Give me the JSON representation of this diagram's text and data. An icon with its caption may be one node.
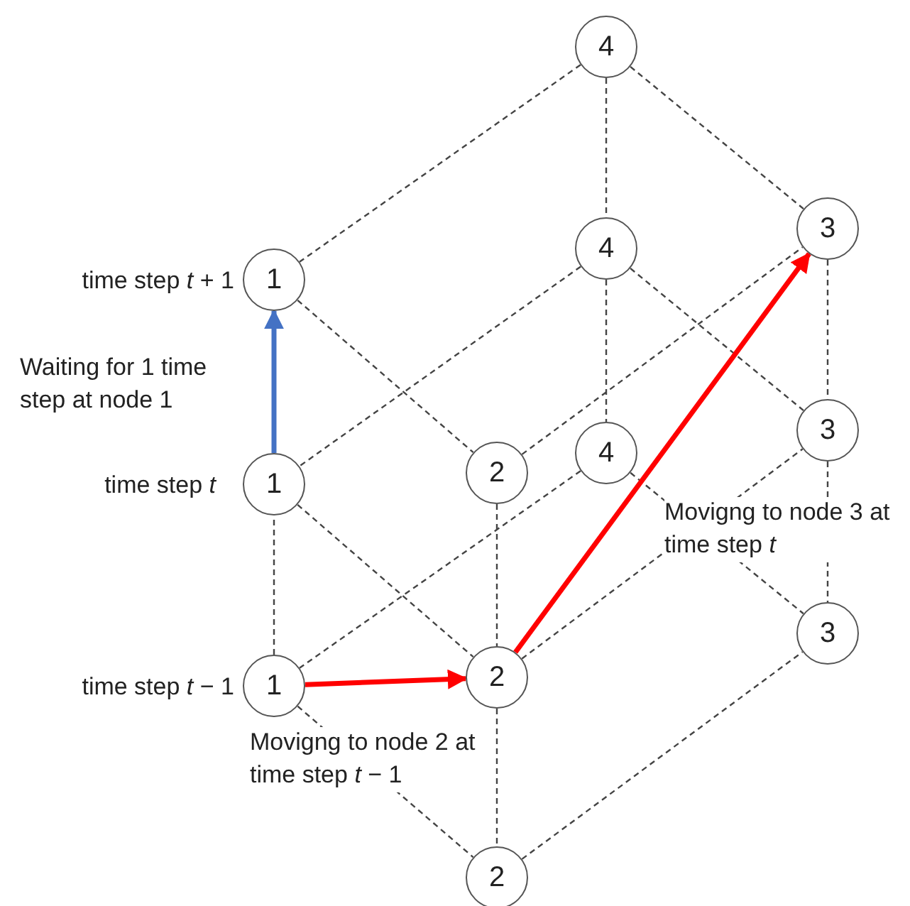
{
  "diagram": {
    "nodes": [
      {
        "text": [
          "4"
        ]
      },
      {
        "text": [
          "1"
        ],
        "beside": [
          "time step *t* + 1"
        ]
      },
      {
        "text": [
          "3"
        ]
      },
      {
        "text": [
          "2"
        ]
      },
      {
        "text": [
          "4"
        ]
      },
      {
        "text": [
          "1"
        ],
        "beside": [
          "time step *t*"
        ]
      },
      {
        "text": [
          "3"
        ]
      },
      {
        "text": [
          "2"
        ]
      },
      {
        "text": [
          "4"
        ]
      },
      {
        "text": [
          "1"
        ],
        "beside": [
          "time step *t* − 1"
        ]
      },
      {
        "text": [
          "3"
        ]
      },
      {
        "text": [
          "2"
        ]
      }
    ],
    "edges": [
      {
        "from": 0,
        "to": 1,
        "arrow": "none",
        "style": "dashed"
      },
      {
        "from": 0,
        "to": 2,
        "arrow": "none",
        "style": "dashed"
      },
      {
        "from": 1,
        "to": 3,
        "arrow": "none",
        "style": "dashed"
      },
      {
        "from": 3,
        "to": 2,
        "arrow": "none",
        "style": "dashed"
      },
      {
        "from": 4,
        "to": 5,
        "arrow": "none",
        "style": "dashed"
      },
      {
        "from": 4,
        "to": 6,
        "arrow": "none",
        "style": "dashed"
      },
      {
        "from": 5,
        "to": 7,
        "arrow": "none",
        "style": "dashed"
      },
      {
        "from": 7,
        "to": 6,
        "arrow": "none",
        "style": "dashed"
      },
      {
        "from": 8,
        "to": 9,
        "arrow": "none",
        "style": "dashed"
      },
      {
        "from": 8,
        "to": 10,
        "arrow": "none",
        "style": "dashed"
      },
      {
        "from": 9,
        "to": 11,
        "arrow": "none",
        "style": "dashed"
      },
      {
        "from": 11,
        "to": 10,
        "arrow": "none",
        "style": "dashed"
      },
      {
        "from": 0,
        "to": 4,
        "arrow": "none",
        "style": "dashed"
      },
      {
        "from": 4,
        "to": 8,
        "arrow": "none",
        "style": "dashed"
      },
      {
        "from": 2,
        "to": 6,
        "arrow": "none",
        "style": "dashed"
      },
      {
        "from": 6,
        "to": 10,
        "arrow": "none",
        "style": "dashed"
      },
      {
        "from": 3,
        "to": 7,
        "arrow": "none",
        "style": "dashed"
      },
      {
        "from": 7,
        "to": 11,
        "arrow": "none",
        "style": "dashed"
      },
      {
        "from": 9,
        "to": 5,
        "arrow": "none",
        "style": "dashed"
      },
      {
        "from": 5,
        "to": 1,
        "arrow": "to",
        "style": "thick",
        "color": "#4472c4",
        "label": "Waiting for 1 time step at node 1"
      },
      {
        "from": 9,
        "to": 7,
        "arrow": "to",
        "style": "thick",
        "color": "#ff0000"
      },
      {
        "from": 7,
        "to": 2,
        "arrow": "to",
        "style": "thick",
        "color": "#ff0000",
        "label": "Movigng to node 3 at time step *t*"
      }
    ],
    "labels": [
      "Movigng to node 2 at time step *t* − 1"
    ]
  }
}
